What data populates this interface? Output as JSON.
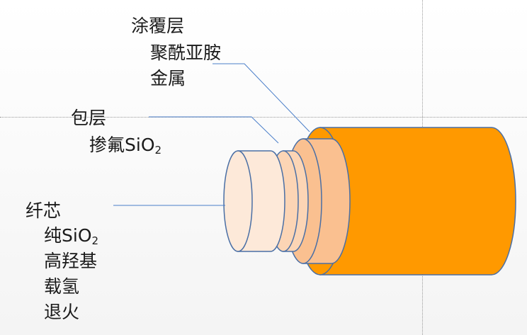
{
  "labels": {
    "coating": {
      "title": "涂覆层",
      "items": [
        "聚酰亚胺",
        "金属"
      ]
    },
    "cladding": {
      "title": "包层",
      "line1_prefix": "掺氟SiO",
      "line1_sub": "2"
    },
    "core": {
      "title": "纤芯",
      "line1_prefix": "纯SiO",
      "line1_sub": "2",
      "items": [
        "高羟基",
        "载氢",
        "退火"
      ]
    }
  },
  "colors": {
    "coating": "#ff9900",
    "layer2": "#fac090",
    "layer3": "#fcd5b5",
    "core": "#fde9d9",
    "outline": "#4a6fa5",
    "leader": "#4a7ec9"
  }
}
